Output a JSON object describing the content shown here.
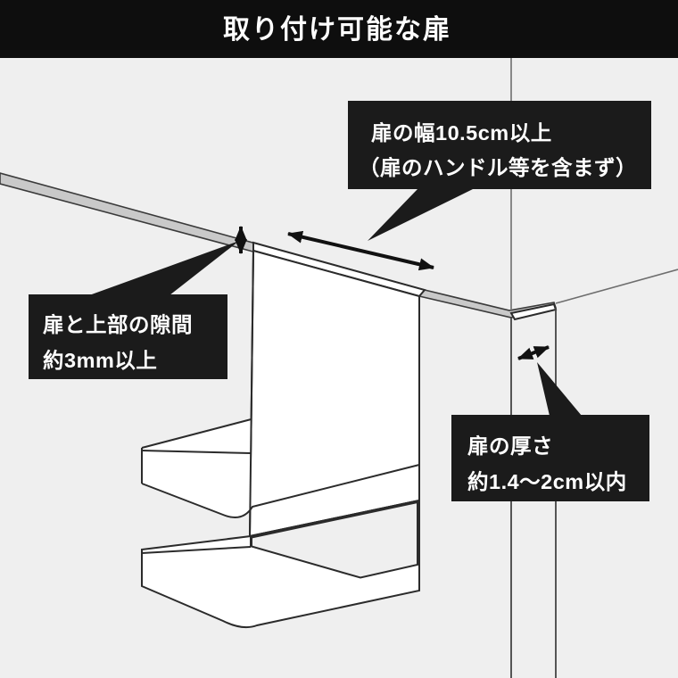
{
  "title": "取り付け可能な扉",
  "callouts": {
    "door_width": {
      "line1": "扉の幅10.5cm以上",
      "line2": "（扉のハンドル等を含まず）"
    },
    "top_gap": {
      "line1": "扉と上部の隙間",
      "line2": "約3mm以上"
    },
    "door_thickness": {
      "line1": "扉の厚さ",
      "line2": "約1.4～2cm以内"
    }
  },
  "colors": {
    "background": "#efefef",
    "title_bar": "#0e0e0e",
    "callout_bg": "#1b1b1b",
    "frame_gray": "#c9c9c9",
    "line_dark": "#2b2b2b",
    "arrow_black": "#111111",
    "text_white": "#ffffff"
  }
}
